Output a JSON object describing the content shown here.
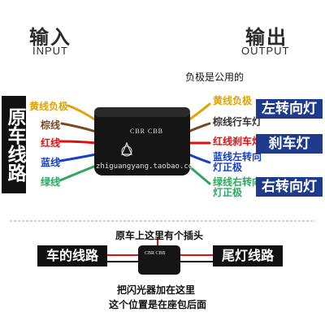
{
  "header": {
    "input_cn": "输入",
    "input_en": "INPUT",
    "output_cn": "输出",
    "output_en": "OUTPUT"
  },
  "note_negative": "负极是公用的",
  "left_box": "原车线路",
  "inputs": [
    "黄线负极",
    "棕线",
    "红线",
    "蓝线",
    "绿线"
  ],
  "outputs": [
    "黄线负极",
    "棕线行车灯",
    "红线刹车灯",
    "蓝线左转向灯正极",
    "绿线右转向灯正极"
  ],
  "output_lines": [
    [
      "黄线负极"
    ],
    [
      "棕线行车灯"
    ],
    [
      "红线刹车灯"
    ],
    [
      "蓝线左转向",
      "灯正极"
    ],
    [
      "绿线右转向",
      "灯正极"
    ]
  ],
  "right_boxes": [
    "左转向灯",
    "刹车灯",
    "右转向灯"
  ],
  "device_brand": "CBR CBB",
  "watermark": "zhiguangyang.taobao.com",
  "bottom": {
    "plug_note": "原车上这里有个插头",
    "left_label": "车的线路",
    "right_label": "尾灯线路",
    "note1": "把闪光器加在这里",
    "note2": "这个位置是在座包后面"
  },
  "colors": {
    "yellow": "#e0a400",
    "brown": "#7a4a20",
    "red": "#e01010",
    "blue": "#1540c8",
    "green": "#2ea860",
    "navy_box": "#1e3a8c"
  }
}
